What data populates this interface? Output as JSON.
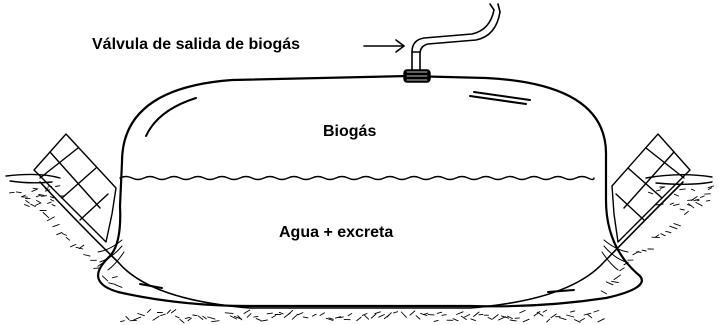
{
  "labels": {
    "valve": "Válvula de salida de biogás",
    "gas": "Biogás",
    "water": "Agua + excreta"
  },
  "colors": {
    "ink": "#000000",
    "background": "#ffffff"
  }
}
